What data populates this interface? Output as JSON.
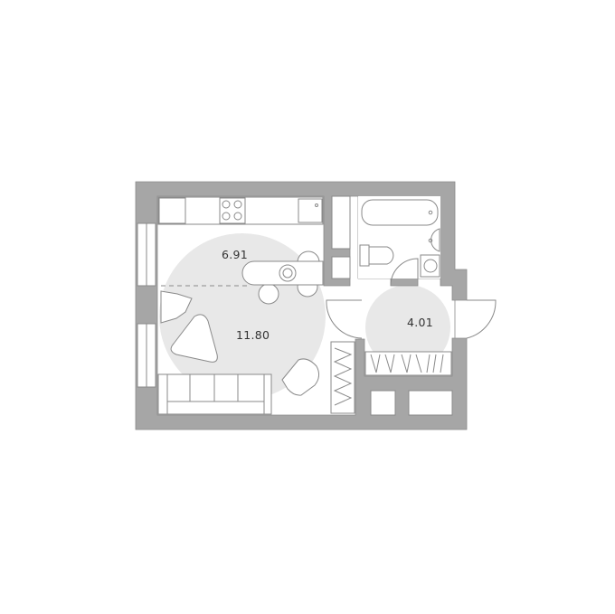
{
  "colors": {
    "wall": "#a6a6a6",
    "zone": "#e8e8e8",
    "line": "#8a8a8a"
  },
  "rooms": [
    {
      "id": "kitchen",
      "area": "6.91"
    },
    {
      "id": "living",
      "area": "11.80"
    },
    {
      "id": "hall",
      "area": "4.01"
    }
  ]
}
